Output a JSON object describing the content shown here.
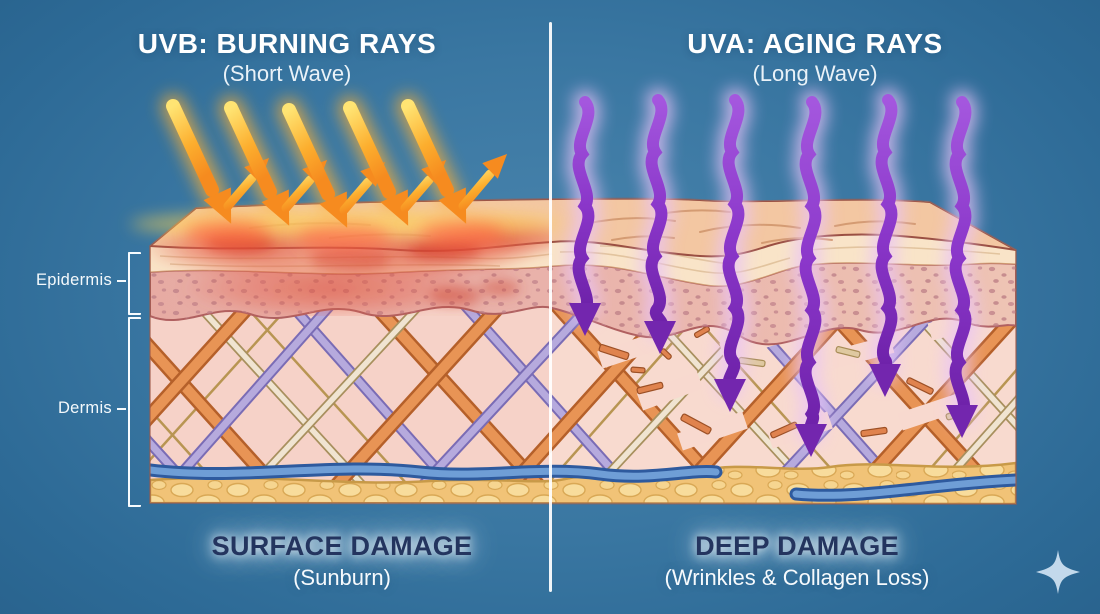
{
  "panels": {
    "left": {
      "title": "UVB: BURNING RAYS",
      "subtitle": "(Short Wave)",
      "damage_title": "SURFACE DAMAGE",
      "damage_subtitle": "(Sunburn)"
    },
    "right": {
      "title": "UVA: AGING RAYS",
      "subtitle": "(Long Wave)",
      "damage_title": "DEEP DAMAGE",
      "damage_subtitle": "(Wrinkles & Collagen Loss)"
    }
  },
  "layer_labels": {
    "epidermis": "Epidermis",
    "dermis": "Dermis"
  },
  "icons": {
    "sparkle": "four-pointed-star-icon"
  },
  "colors": {
    "background_blue": "#3a77a2",
    "uvb_ray_orange": "#f6921e",
    "uva_ray_purple": "#7b2cbf",
    "sunburn_red": "#e25540",
    "epidermis_band_pink": "#e9b2aa",
    "dermis_pink": "#f6d2c8",
    "fat_yellow": "#f1c377",
    "vessel_blue": "#3c6db0",
    "damage_title_navy": "#24355f",
    "title_white": "#ffffff",
    "divider_white": "#ffffff"
  }
}
